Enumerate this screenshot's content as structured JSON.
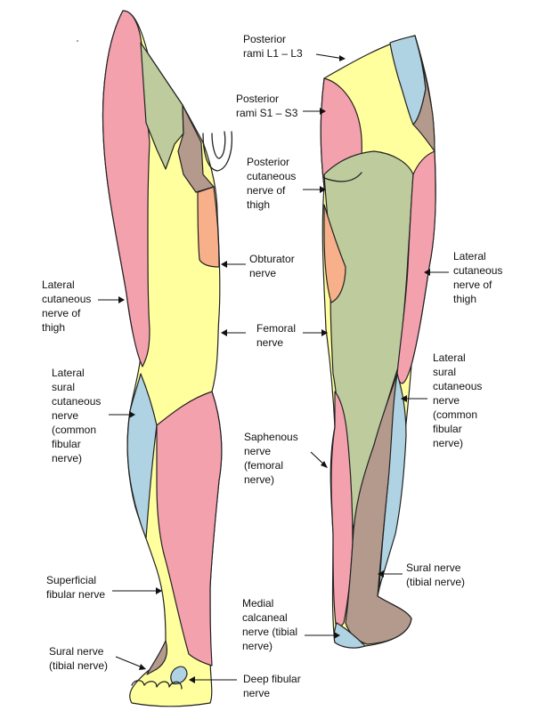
{
  "colors": {
    "yellow": "#FFFF9E",
    "pink": "#F4A1AE",
    "green": "#BDCB9D",
    "brown": "#B49A8D",
    "blue": "#AFD3E3",
    "orange": "#F8B08A"
  },
  "labels": {
    "posterior_l1_l3": "Posterior\nrami L1 – L3",
    "posterior_s1_s3": "Posterior\nrami S1 – S3",
    "posterior_cutaneous": "Posterior\ncutaneous\nnerve of\nthigh",
    "obturator": "Obturator\nnerve",
    "femoral": "Femoral\nnerve",
    "saphenous": "Saphenous\nnerve\n(femoral\nnerve)",
    "deep_fibular": "Deep fibular\nnerve",
    "medial_calcaneal": "Medial\ncalcaneal\nnerve (tibial\nnerve)",
    "sural_right": "Sural nerve\n(tibial nerve)",
    "lateral_sural_right": "Lateral\nsural\ncutaneous\nnerve\n(common\nfibular\nnerve)",
    "lateral_cutaneous_right": "Lateral\ncutaneous\nnerve of\nthigh",
    "lateral_cutaneous_left": "Lateral\ncutaneous\nnerve of\nthigh",
    "lateral_sural_left": "Lateral\nsural\ncutaneous\nnerve\n(common\nfibular\nnerve)",
    "superficial_fibular": "Superficial\nfibular nerve",
    "sural_left": "Sural nerve\n(tibial nerve)"
  }
}
